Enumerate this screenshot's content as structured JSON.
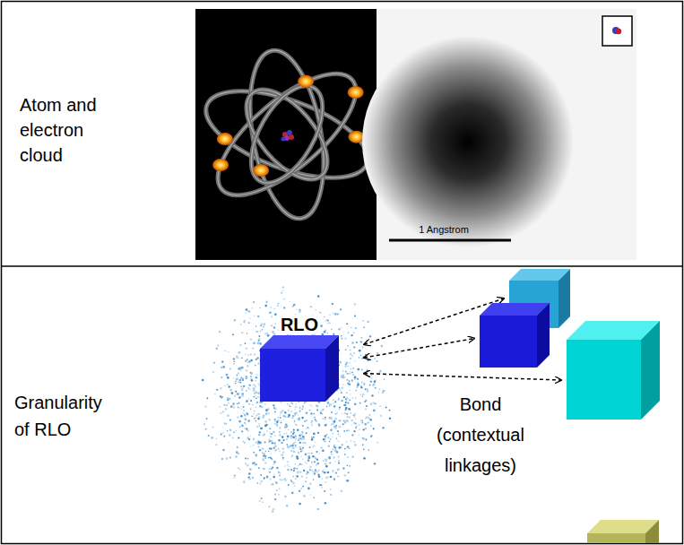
{
  "diagram": {
    "nodes": [
      {
        "text": [
          "RLO"
        ]
      },
      {
        "text": []
      },
      {
        "text": []
      },
      {
        "text": []
      }
    ],
    "edges": [
      {
        "from": 0,
        "to": 1,
        "arrow": "both"
      },
      {
        "from": 0,
        "to": 2,
        "arrow": "both"
      },
      {
        "from": 0,
        "to": 3,
        "arrow": "both"
      }
    ],
    "labels": [
      "Atom and electron cloud",
      "1 Angstrom",
      "Granularity of RLO",
      "Bond (contextual linkages)"
    ]
  }
}
